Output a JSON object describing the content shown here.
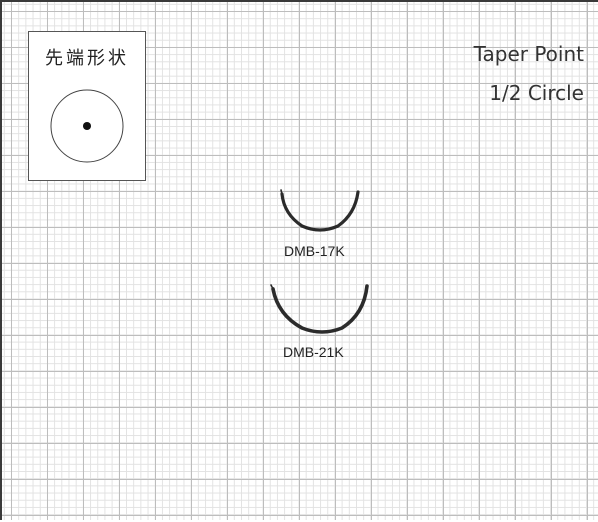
{
  "tip_shape": {
    "title": "先端形状"
  },
  "spec": {
    "point_type": "Taper Point",
    "curvature": "1/2 Circle"
  },
  "needles": [
    {
      "model": "DMB-17K"
    },
    {
      "model": "DMB-21K"
    }
  ],
  "colors": {
    "needle": "#2b2b2b",
    "grid_major": "#bdbdbd",
    "grid_minor": "#e2e2e2"
  }
}
